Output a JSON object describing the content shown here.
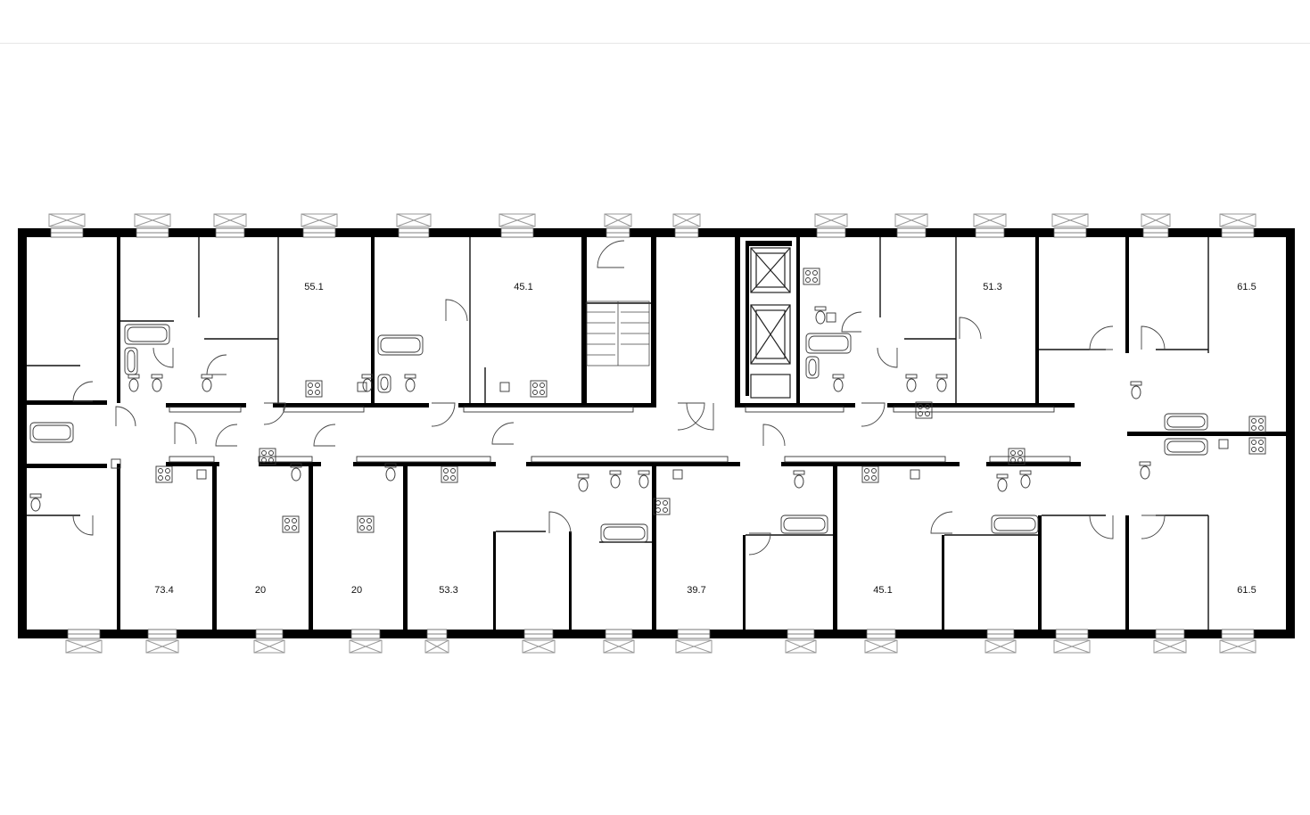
{
  "plan": {
    "apartments": [
      {
        "id": "apt-top-1",
        "area": "55.1"
      },
      {
        "id": "apt-top-2",
        "area": "45.1"
      },
      {
        "id": "apt-top-3",
        "area": "51.3"
      },
      {
        "id": "apt-top-4",
        "area": "61.5"
      },
      {
        "id": "apt-bottom-1",
        "area": "73.4"
      },
      {
        "id": "apt-bottom-2",
        "area": "20"
      },
      {
        "id": "apt-bottom-3",
        "area": "20"
      },
      {
        "id": "apt-bottom-4",
        "area": "53.3"
      },
      {
        "id": "apt-bottom-5",
        "area": "39.7"
      },
      {
        "id": "apt-bottom-6",
        "area": "45.1"
      },
      {
        "id": "apt-bottom-7",
        "area": "61.5"
      }
    ]
  },
  "colors": {
    "wall": "#000000",
    "line": "#222222",
    "window": "#999999",
    "background": "#ffffff"
  }
}
